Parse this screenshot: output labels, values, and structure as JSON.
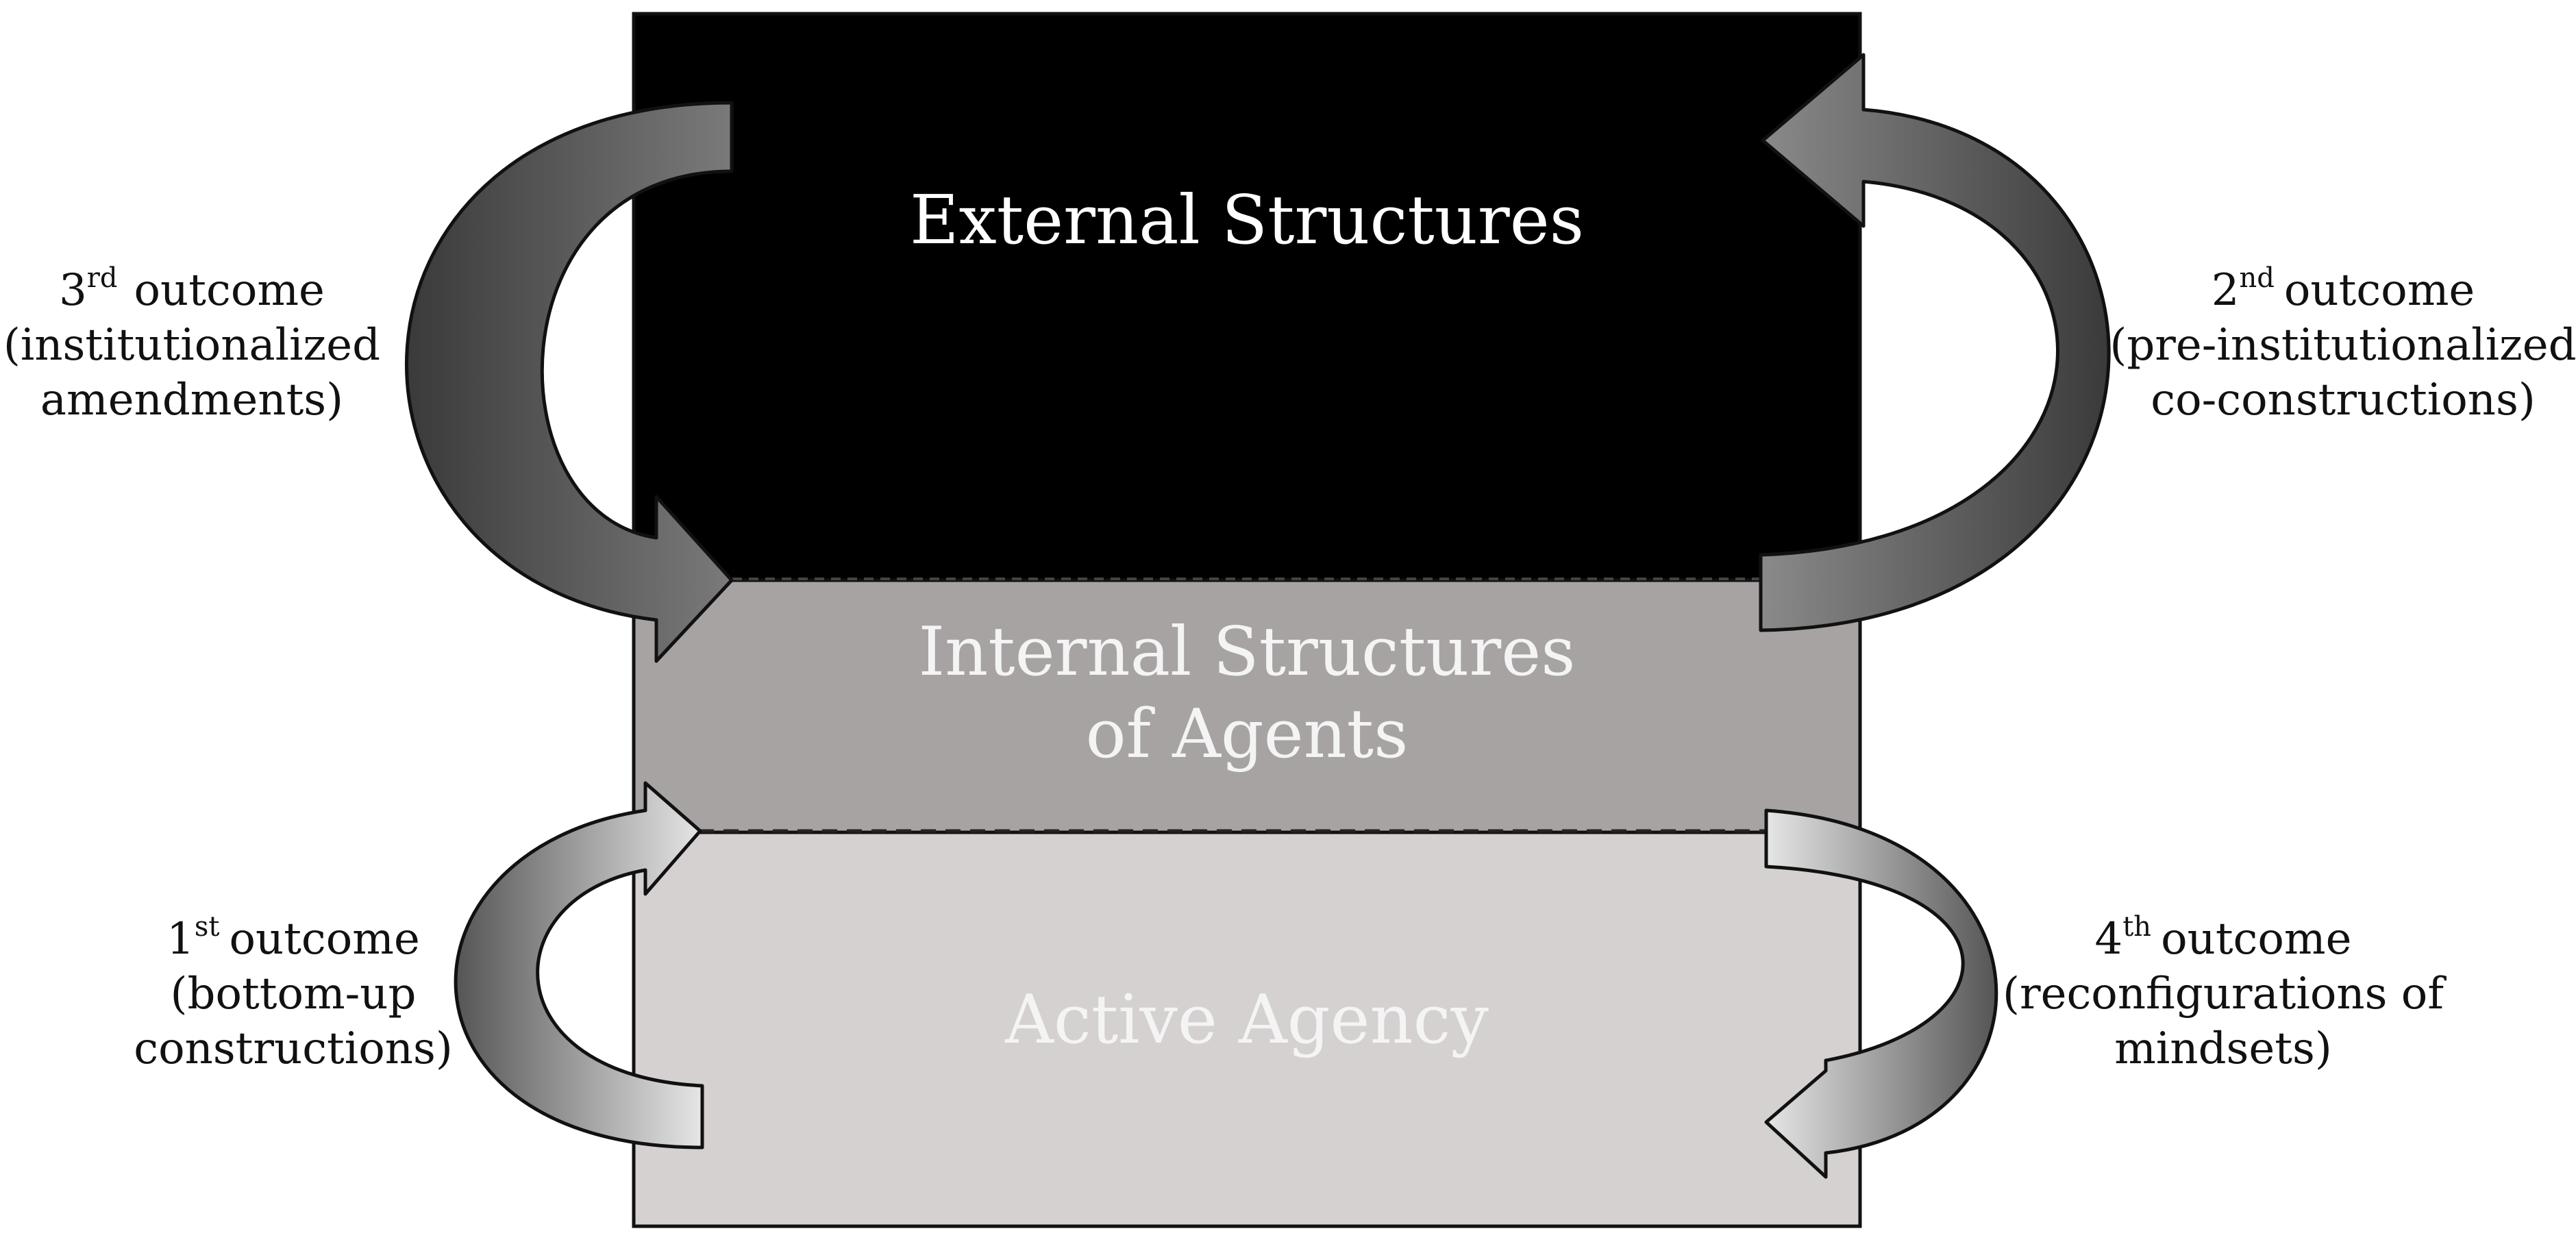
{
  "boxes": {
    "external": {
      "label": "External Structures"
    },
    "internal": {
      "label_line1": "Internal Structures",
      "label_line2": "of Agents"
    },
    "active": {
      "label": "Active Agency"
    }
  },
  "outcomes": {
    "third": {
      "ordinal": "3",
      "sup": "rd",
      "word": "outcome",
      "line2": "(institutionalized",
      "line3": "amendments)"
    },
    "second": {
      "ordinal": "2",
      "sup": "nd",
      "word": "outcome",
      "line2": "(pre-institutionalized",
      "line3": "co-constructions)"
    },
    "first": {
      "ordinal": "1",
      "sup": "st",
      "word": "outcome",
      "line2": "(bottom-up",
      "line3": "constructions)"
    },
    "fourth": {
      "ordinal": "4",
      "sup": "th",
      "word": "outcome",
      "line2": "(reconfigurations of",
      "line3": "mindsets)"
    }
  },
  "colors": {
    "external_fill": "#000000",
    "internal_fill": "#a8a3a3",
    "active_fill": "#d5d1d0",
    "dark_arrow": "#5e5e5e",
    "light_arrow": "#bdbdbd"
  }
}
